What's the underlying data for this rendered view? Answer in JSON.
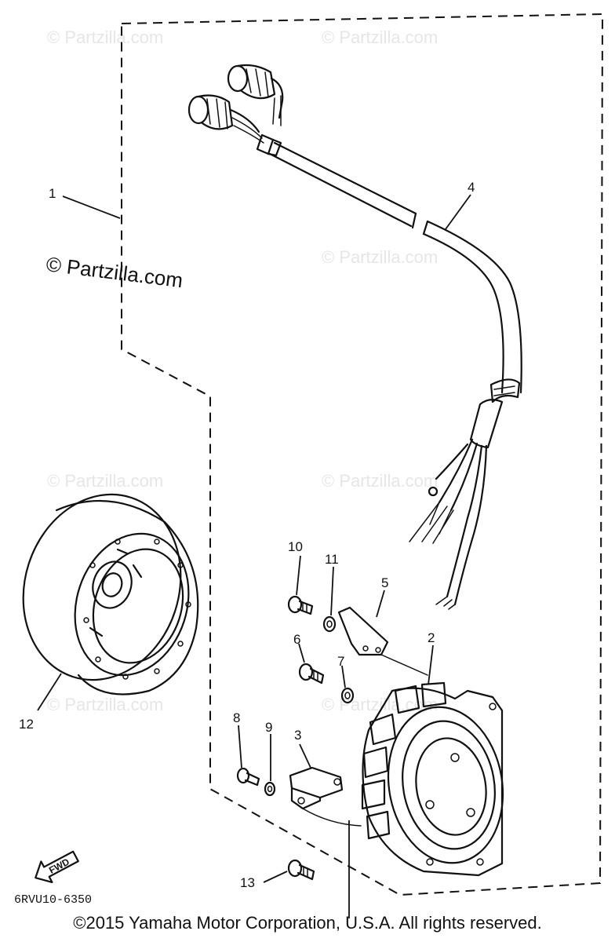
{
  "watermark": {
    "small_text": "© Partzilla.com",
    "main_text": "© Partzilla.com"
  },
  "callouts": [
    "1",
    "2",
    "3",
    "4",
    "5",
    "6",
    "7",
    "8",
    "9",
    "10",
    "11",
    "12",
    "13"
  ],
  "fwd_label": "FWD",
  "diagram_code": "6RVU10-6350",
  "copyright": "©2015 Yamaha Motor Corporation, U.S.A. All rights reserved."
}
